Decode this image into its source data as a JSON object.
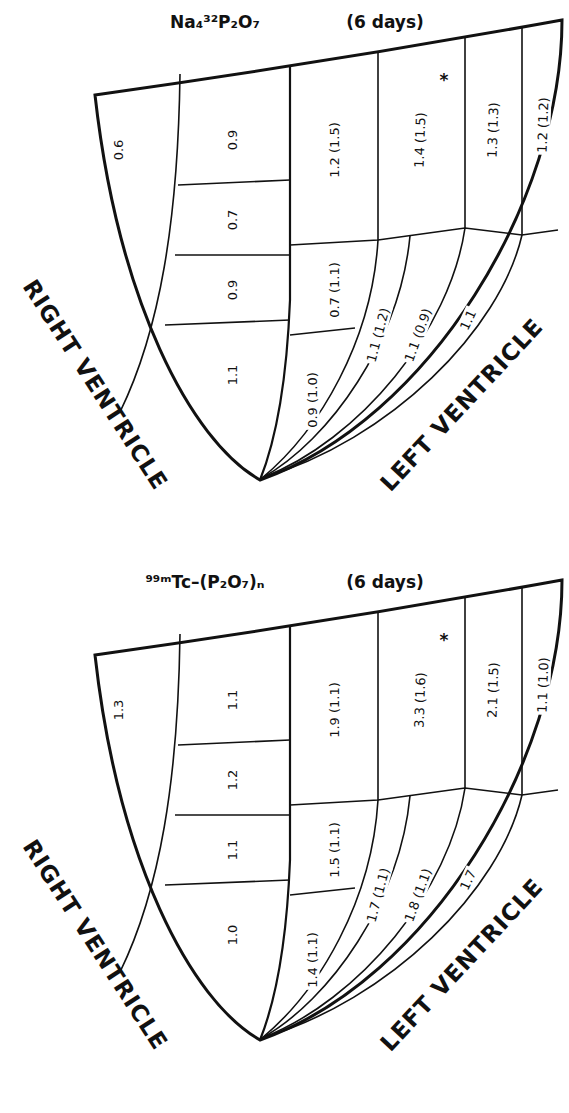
{
  "diagram": {
    "labels": [
      "Na₄³²P₂O₇",
      "(6 days)",
      "0.6",
      "0.9",
      "0.7",
      "0.9",
      "1.1",
      "1.2 (1.5)",
      "1.4 (1.5)",
      "*",
      "1.3 (1.3)",
      "1.2 (1.2)",
      "0.7 (1.1)",
      "1.1 (1.2)",
      "1.1 (0.9)",
      "1.1",
      "0.9 (1.0)",
      "RIGHT VENTRICLE",
      "LEFT VENTRICLE",
      "⁹⁹ᵐTc–(P₂O₇)ₙ",
      "(6 days)",
      "1.3",
      "1.1",
      "1.2",
      "1.1",
      "1.0",
      "1.9 (1.1)",
      "3.3 (1.6)",
      "*",
      "2.1 (1.5)",
      "1.1 (1.0)",
      "1.5 (1.1)",
      "1.7 (1.1)",
      "1.8 (1.1)",
      "1.7",
      "1.4 (1.1)",
      "RIGHT VENTRICLE",
      "LEFT VENTRICLE"
    ]
  }
}
